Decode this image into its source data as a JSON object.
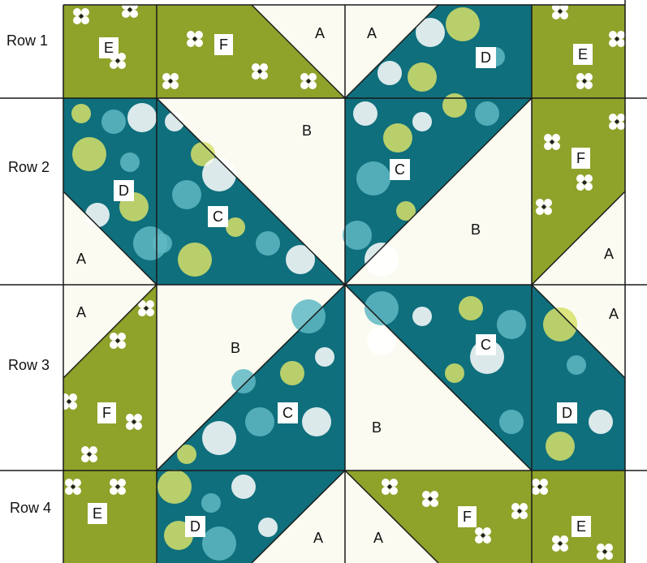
{
  "row_labels": [
    "Row 1",
    "Row 2",
    "Row 3",
    "Row 4"
  ],
  "colors": {
    "green": "#8fa22a",
    "teal": "#0f6f7c",
    "cream": "#fbfbf1",
    "line": "#1a1a1a",
    "dot_lime": "#d6e06a",
    "dot_aqua": "#5fb8c4",
    "flower": "#ffffff"
  },
  "piece_labels": {
    "r1_e_left": "E",
    "r1_f": "F",
    "r1_a_left": "A",
    "r1_a_right": "A",
    "r1_d": "D",
    "r1_e_right": "E",
    "r2_d": "D",
    "r2_a": "A",
    "r2_c_left": "C",
    "r2_b_left": "B",
    "r2_c_right": "C",
    "r2_b_right": "B",
    "r2_f": "F",
    "r2_a_right": "A",
    "r3_a_left": "A",
    "r3_f": "F",
    "r3_b_left": "B",
    "r3_c_left": "C",
    "r3_c_right": "C",
    "r3_b_right": "B",
    "r3_a_right": "A",
    "r3_d": "D",
    "r4_e_left": "E",
    "r4_d": "D",
    "r4_a_left": "A",
    "r4_a_right": "A",
    "r4_f": "F",
    "r4_e_right": "E"
  }
}
